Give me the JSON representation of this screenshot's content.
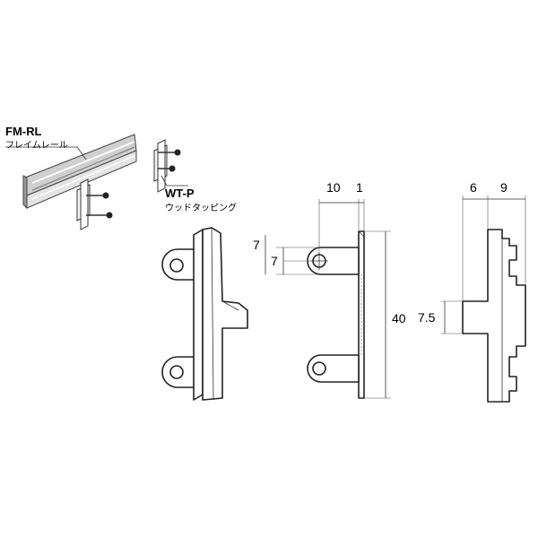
{
  "labels": {
    "rail_code": "FM-RL",
    "rail_name": "フレイムレール",
    "screw_code": "WT-P",
    "screw_name": "ウッドタッピング"
  },
  "dimensions": {
    "top_width": "10",
    "top_thickness": "1",
    "hole_outer": "7",
    "hole_inner": "7",
    "height": "40",
    "side_depth_a": "6",
    "side_depth_b": "9",
    "tab_height": "7.5"
  },
  "colors": {
    "line": "#222222",
    "rail_fill": "#cfcfcf"
  }
}
